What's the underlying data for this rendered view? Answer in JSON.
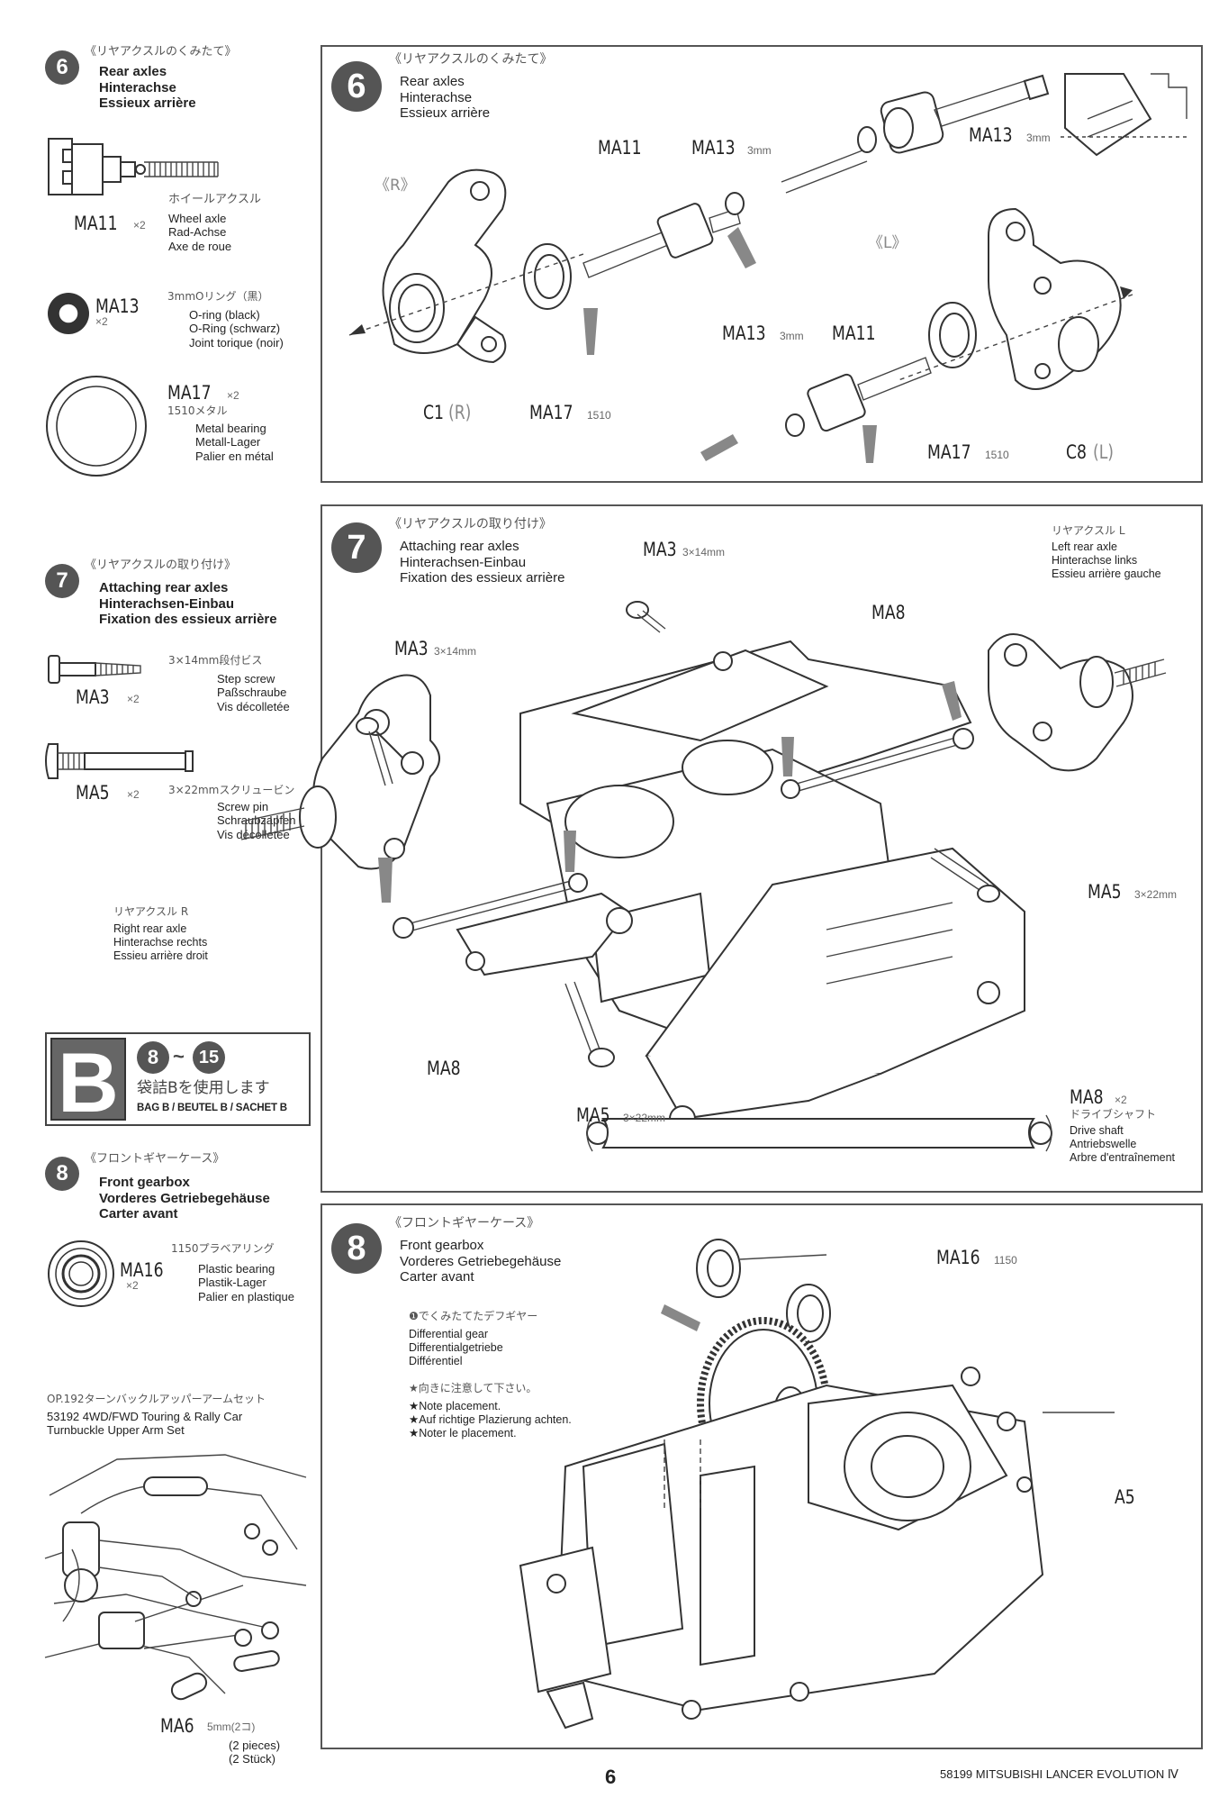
{
  "sidebar": {
    "step6": {
      "num": "6",
      "jp": "《リヤアクスルのくみたて》",
      "en": "Rear axles",
      "de": "Hinterachse",
      "fr": "Essieux arrière",
      "parts": [
        {
          "code": "MA11",
          "qty": "×2",
          "jp": "ホイールアクスル",
          "en": "Wheel axle",
          "de": "Rad-Achse",
          "fr": "Axe de roue"
        },
        {
          "code": "MA13",
          "qty": "×2",
          "jp": "3mmOリング（黒）",
          "en": "O-ring (black)",
          "de": "O-Ring (schwarz)",
          "fr": "Joint torique (noir)"
        },
        {
          "code": "MA17",
          "qty": "×2",
          "jp": "1510メタル",
          "en": "Metal bearing",
          "de": "Metall-Lager",
          "fr": "Palier en métal"
        }
      ]
    },
    "step7": {
      "num": "7",
      "jp": "《リヤアクスルの取り付け》",
      "en": "Attaching rear axles",
      "de": "Hinterachsen-Einbau",
      "fr": "Fixation des essieux arrière",
      "parts": [
        {
          "code": "MA3",
          "qty": "×2",
          "jp": "3×14mm段付ビス",
          "en": "Step screw",
          "de": "Paßschraube",
          "fr": "Vis décolletée"
        },
        {
          "code": "MA5",
          "qty": "×2",
          "jp": "3×22mmスクリュービン",
          "en": "Screw pin",
          "de": "Schraubzapfen",
          "fr": "Vis décolletée"
        }
      ]
    },
    "bag": {
      "letter": "B",
      "range_start": "8",
      "range_sep": "~",
      "range_end": "15",
      "jp": "袋詰Bを使用します",
      "label": "BAG B / BEUTEL B / SACHET B"
    },
    "step8": {
      "num": "8",
      "jp": "《フロントギヤーケース》",
      "en": "Front gearbox",
      "de": "Vorderes Getriebegehäuse",
      "fr": "Carter avant",
      "parts": [
        {
          "code": "MA16",
          "qty": "×2",
          "jp": "1150プラベアリング",
          "en": "Plastic bearing",
          "de": "Plastik-Lager",
          "fr": "Palier en plastique"
        }
      ]
    },
    "option": {
      "jp": "OP.192ターンバックルアッパーアームセット",
      "line1": "53192 4WD/FWD Touring & Rally Car",
      "line2": "Turnbuckle Upper Arm Set",
      "part_code": "MA6",
      "part_size": "5mm(2コ)",
      "pieces_en": "(2 pieces)",
      "pieces_de": "(2 Stück)"
    }
  },
  "panel6": {
    "num": "6",
    "jp": "《リヤアクスルのくみたて》",
    "en": "Rear axles",
    "de": "Hinterachse",
    "fr": "Essieux arrière",
    "side_r": "《R》",
    "side_l": "《L》",
    "labels": {
      "ma11_r": "MA11",
      "ma13_r": "MA13",
      "ma13_r_size": "3mm",
      "ma13_top": "MA13",
      "ma13_top_size": "3mm",
      "ma13_l": "MA13",
      "ma13_l_size": "3mm",
      "ma11_l": "MA11",
      "c1": "C1",
      "c1_side": "(R)",
      "ma17_r": "MA17",
      "ma17_r_size": "1510",
      "ma17_l": "MA17",
      "ma17_l_size": "1510",
      "c8": "C8",
      "c8_side": "(L)"
    }
  },
  "panel7": {
    "num": "7",
    "jp": "《リヤアクスルの取り付け》",
    "en": "Attaching rear axles",
    "de": "Hinterachsen-Einbau",
    "fr": "Fixation des essieux arrière",
    "labels": {
      "ma3_top": "MA3",
      "ma3_top_size": "3×14mm",
      "ma3_left": "MA3",
      "ma3_left_size": "3×14mm",
      "ma8_top": "MA8",
      "ma8_bottom": "MA8",
      "ma5_right": "MA5",
      "ma5_right_size": "3×22mm",
      "ma5_bottom": "MA5",
      "ma5_bottom_size": "3×22mm"
    },
    "left_axle": {
      "jp": "リヤアクスル L",
      "en": "Left rear axle",
      "de": "Hinterachse links",
      "fr": "Essieu arrière gauche"
    },
    "right_axle": {
      "jp": "リヤアクスル R",
      "en": "Right rear axle",
      "de": "Hinterachse rechts",
      "fr": "Essieu arrière droit"
    },
    "drive_shaft": {
      "code": "MA8",
      "qty": "×2",
      "jp": "ドライブシャフト",
      "en": "Drive shaft",
      "de": "Antriebswelle",
      "fr": "Arbre d'entraînement"
    }
  },
  "panel8": {
    "num": "8",
    "jp": "《フロントギヤーケース》",
    "en": "Front gearbox",
    "de": "Vorderes Getriebegehäuse",
    "fr": "Carter avant",
    "ma16": "MA16",
    "ma16_size": "1150",
    "a5": "A5",
    "diff": {
      "jp": "❶でくみたてたデフギヤー",
      "en": "Differential gear",
      "de": "Differentialgetriebe",
      "fr": "Différentiel",
      "note_jp": "★向きに注意して下さい。",
      "note_en": "★Note placement.",
      "note_de": "★Auf richtige Plazierung achten.",
      "note_fr": "★Noter le placement."
    }
  },
  "footer": {
    "page": "6",
    "model": "58199 MITSUBISHI LANCER EVOLUTION Ⅳ"
  }
}
